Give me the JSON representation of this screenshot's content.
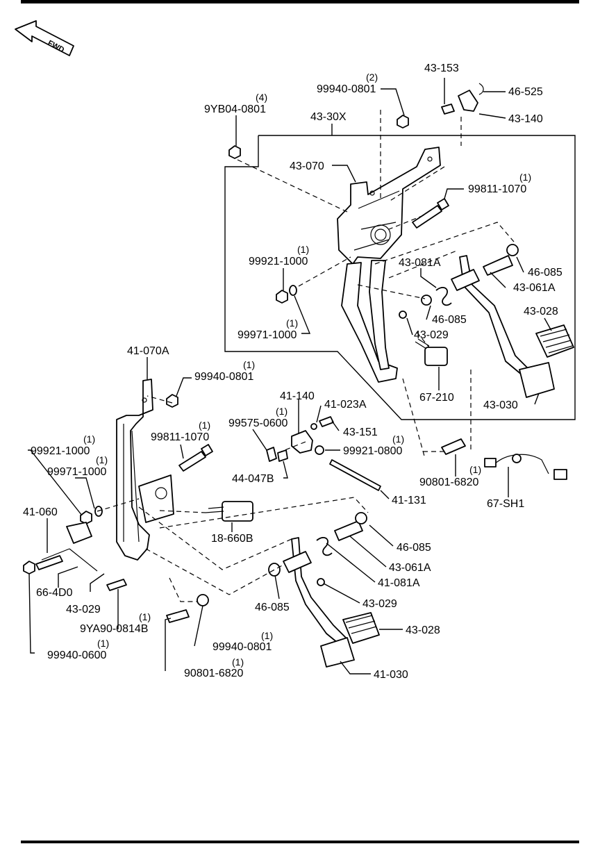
{
  "direction_indicator": "FWD",
  "labels": {
    "l_43_153": "43-153",
    "l_46_525": "46-525",
    "l_43_140": "43-140",
    "l_99940_0801_top": "99940-0801",
    "q_99940_0801_top": "(2)",
    "l_9YB04_0801": "9YB04-0801",
    "q_9YB04_0801": "(4)",
    "l_43_30X": "43-30X",
    "l_43_070": "43-070",
    "l_99811_1070_top": "99811-1070",
    "q_99811_1070_top": "(1)",
    "l_99921_1000_top": "99921-1000",
    "q_99921_1000_top": "(1)",
    "l_43_081A": "43-081A",
    "l_46_085_a": "46-085",
    "l_43_061A_top": "43-061A",
    "l_46_085_b": "46-085",
    "l_43_028_top": "43-028",
    "l_99971_1000_top": "99971-1000",
    "q_99971_1000_top": "(1)",
    "l_43_029_top": "43-029",
    "l_67_210": "67-210",
    "l_43_030": "43-030",
    "l_41_070A": "41-070A",
    "l_99940_0801_mid": "99940-0801",
    "q_99940_0801_mid": "(1)",
    "l_41_140": "41-140",
    "l_41_023A": "41-023A",
    "l_99575_0600": "99575-0600",
    "q_99575_0600": "(1)",
    "l_43_151": "43-151",
    "l_99811_1070_mid": "99811-1070",
    "q_99811_1070_mid": "(1)",
    "l_99921_0800": "99921-0800",
    "q_99921_0800": "(1)",
    "l_99921_1000_left": "99921-1000",
    "q_99921_1000_left": "(1)",
    "l_99971_1000_left": "99971-1000",
    "q_99971_1000_left": "(1)",
    "l_44_047B": "44-047B",
    "l_90801_6820_right": "90801-6820",
    "q_90801_6820_right": "(1)",
    "l_41_131": "41-131",
    "l_67_SH1": "67-SH1",
    "l_41_060": "41-060",
    "l_18_660B": "18-660B",
    "l_46_085_c": "46-085",
    "l_43_061A_bot": "43-061A",
    "l_66_4D0": "66-4D0",
    "l_41_081A": "41-081A",
    "l_43_029_left": "43-029",
    "l_46_085_d": "46-085",
    "l_43_029_bot": "43-029",
    "l_9YA90_0814B": "9YA90-0814B",
    "q_9YA90_0814B": "(1)",
    "l_43_028_bot": "43-028",
    "l_99940_0801_bot": "99940-0801",
    "q_99940_0801_bot": "(1)",
    "l_99940_0600": "99940-0600",
    "q_99940_0600": "(1)",
    "l_90801_6820_bot": "90801-6820",
    "q_90801_6820_bot": "(1)",
    "l_41_030": "41-030"
  }
}
